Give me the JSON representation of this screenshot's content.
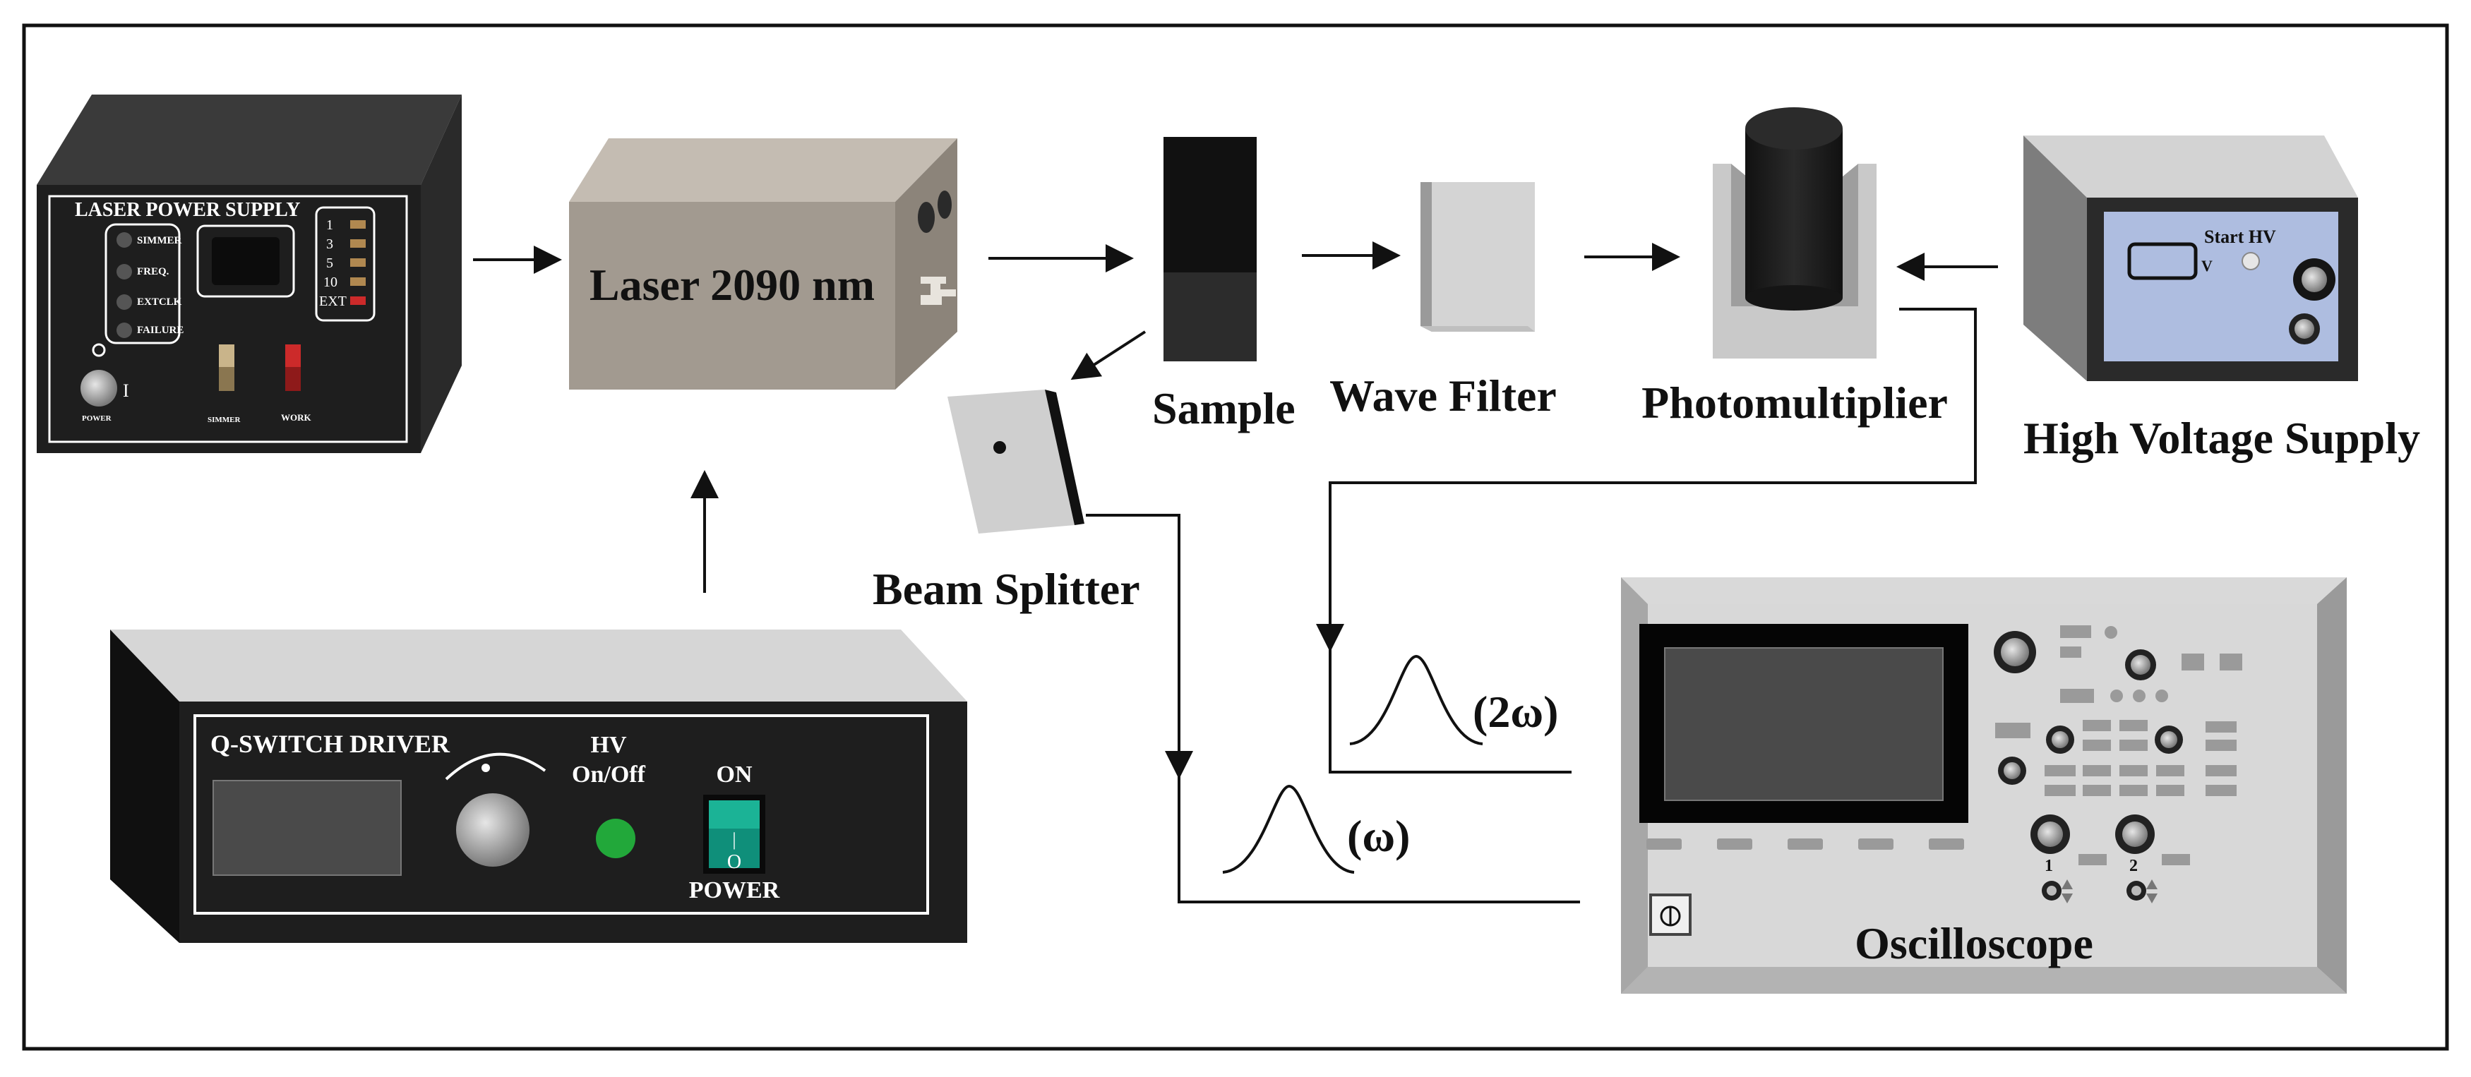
{
  "diagram": {
    "labels": {
      "laser": "Laser 2090 nm",
      "sample": "Sample",
      "wave_filter": "Wave Filter",
      "photomultiplier": "Photomultiplier",
      "high_voltage_supply": "High Voltage Supply",
      "beam_splitter": "Beam Splitter",
      "oscilloscope": "Oscilloscope",
      "pulse_2w": "(2ω)",
      "pulse_w": "(ω)"
    },
    "laser_power_supply": {
      "title": "LASER POWER SUPPLY",
      "indicators": [
        "SIMMER",
        "FREQ.",
        "EXTCLK",
        "FAILURE"
      ],
      "freq_options": [
        "1",
        "3",
        "5",
        "10",
        "EXT"
      ],
      "power_label": "POWER",
      "simmer_label": "SIMMER",
      "work_label": "WORK",
      "power_on_mark": "I",
      "power_off_mark": "O"
    },
    "q_switch_driver": {
      "title": "Q-SWITCH DRIVER",
      "hv_label": "HV",
      "onoff_label": "On/Off",
      "on_label": "ON",
      "power_label": "POWER",
      "switch_off_mark": "O",
      "switch_on_mark": "|"
    },
    "hv_supply": {
      "start_label": "Start HV",
      "unit": "V"
    },
    "oscilloscope": {
      "ch1": "1",
      "ch2": "2"
    },
    "colors": {
      "device_dark": "#1e1e1e",
      "device_grey": "#a09890",
      "panel_blue": "#aebde0",
      "led_green": "#22a83a",
      "switch_teal": "#0f8f7a",
      "led_red": "#cc2a2a"
    }
  }
}
